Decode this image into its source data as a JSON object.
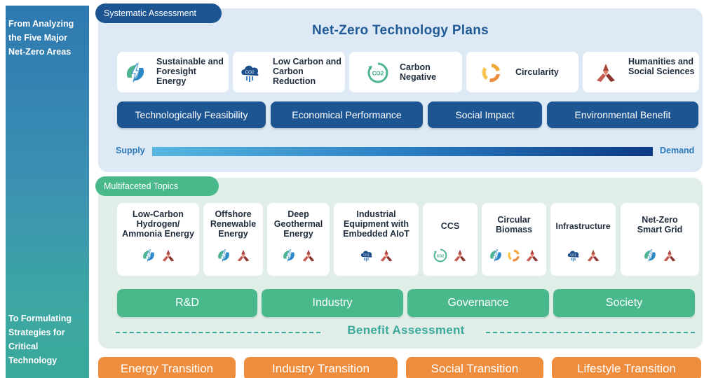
{
  "side": {
    "top_text": "From Analyzing the Five Major Net-Zero Areas",
    "bottom_text": "To Formulating Strategies for Critical Technology"
  },
  "top_section": {
    "tag": "Systematic Assessment",
    "title": "Net-Zero Technology Plans",
    "areas": [
      {
        "label": "Sustainable and Foresight Energy",
        "icon": "energy-leaf-bolt-icon"
      },
      {
        "label": "Low Carbon and Carbon Reduction",
        "icon": "co2-cloud-icon"
      },
      {
        "label": "Carbon Negative",
        "icon": "co2-cycle-icon"
      },
      {
        "label": "Circularity",
        "icon": "circular-arrows-icon"
      },
      {
        "label": "Humanities and Social Sciences",
        "icon": "hands-together-icon"
      }
    ],
    "criteria": [
      "Technologically Feasibility",
      "Economical Performance",
      "Social Impact",
      "Environmental Benefit"
    ],
    "supply_label": "Supply",
    "demand_label": "Demand"
  },
  "mid_section": {
    "tag": "Multifaceted Topics",
    "topics": [
      {
        "label": "Low-Carbon Hydrogen/ Ammonia Energy",
        "icons": [
          "energy-leaf-bolt-icon",
          "hands-together-icon"
        ]
      },
      {
        "label": "Offshore Renewable Energy",
        "icons": [
          "energy-leaf-bolt-icon",
          "hands-together-icon"
        ]
      },
      {
        "label": "Deep Geothermal Energy",
        "icons": [
          "energy-leaf-bolt-icon",
          "hands-together-icon"
        ]
      },
      {
        "label": "Industrial Equipment with Embedded AIoT",
        "icons": [
          "co2-cloud-icon",
          "hands-together-icon"
        ]
      },
      {
        "label": "CCS",
        "icons": [
          "co2-cycle-icon",
          "hands-together-icon"
        ]
      },
      {
        "label": "Circular Biomass",
        "icons": [
          "energy-leaf-bolt-icon",
          "circular-arrows-icon",
          "hands-together-icon"
        ]
      },
      {
        "label": "Infrastructure",
        "icons": [
          "co2-cloud-icon",
          "hands-together-icon"
        ]
      },
      {
        "label": "Net-Zero Smart Grid",
        "icons": [
          "energy-leaf-bolt-icon",
          "hands-together-icon"
        ]
      }
    ],
    "stakeholders": [
      "R&D",
      "Industry",
      "Governance",
      "Society"
    ],
    "benefit_label": "Benefit Assessment"
  },
  "transitions": [
    "Energy Transition",
    "Industry Transition",
    "Social Transition",
    "Lifestyle Transition"
  ],
  "colors": {
    "navy": "#1c5592",
    "green": "#49b88a",
    "orange": "#ef8d3e",
    "teal": "#3aa99b"
  }
}
